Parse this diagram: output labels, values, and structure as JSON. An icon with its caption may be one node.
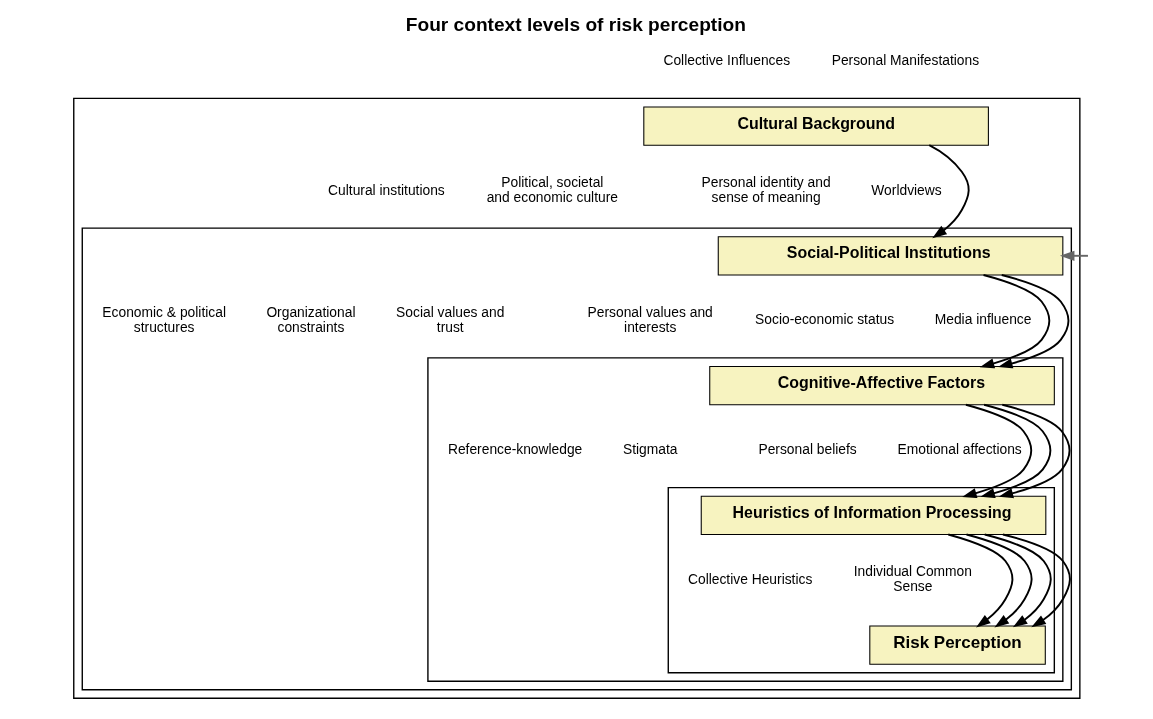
{
  "diagram": {
    "title": "Four context levels of risk perception",
    "nodes": [
      {
        "text": [
          "Cultural Background",
          "Cultural institutions",
          "Political, societal and economic culture",
          "Personal identity and sense of meaning",
          "Worldviews"
        ]
      },
      {
        "text": [
          "Social-Political Institutions",
          "Economic & political structures",
          "Organizational constraints",
          "Social values and trust",
          "Personal values and interests",
          "Socio-economic status",
          "Media influence"
        ],
        "in": 0
      },
      {
        "text": [
          "Cognitive-Affective Factors",
          "Reference-knowledge",
          "Stigmata",
          "Personal beliefs",
          "Emotional affections"
        ],
        "in": 1
      },
      {
        "text": [
          "Heuristics of Information Processing",
          "Collective Heuristics",
          "Individual Common Sense"
        ],
        "in": 2
      },
      {
        "text": [
          "Risk Perception"
        ],
        "in": 3
      }
    ],
    "edges": [
      {
        "from": 0,
        "to": 1,
        "arrow": "to"
      },
      {
        "from": 1,
        "to": 2,
        "arrow": "to"
      },
      {
        "from": 1,
        "to": 2,
        "arrow": "to"
      },
      {
        "from": 2,
        "to": 3,
        "arrow": "to"
      },
      {
        "from": 2,
        "to": 3,
        "arrow": "to"
      },
      {
        "from": 2,
        "to": 3,
        "arrow": "to"
      },
      {
        "from": 3,
        "to": 4,
        "arrow": "to"
      },
      {
        "from": 3,
        "to": 4,
        "arrow": "to"
      },
      {
        "from": 3,
        "to": 4,
        "arrow": "to"
      },
      {
        "from": 3,
        "to": 4,
        "arrow": "to"
      },
      {
        "from": null,
        "to": 1,
        "arrow": "to",
        "color": "#666666"
      }
    ],
    "labels": [
      "Collective Influences",
      "Personal Manifestations"
    ]
  }
}
